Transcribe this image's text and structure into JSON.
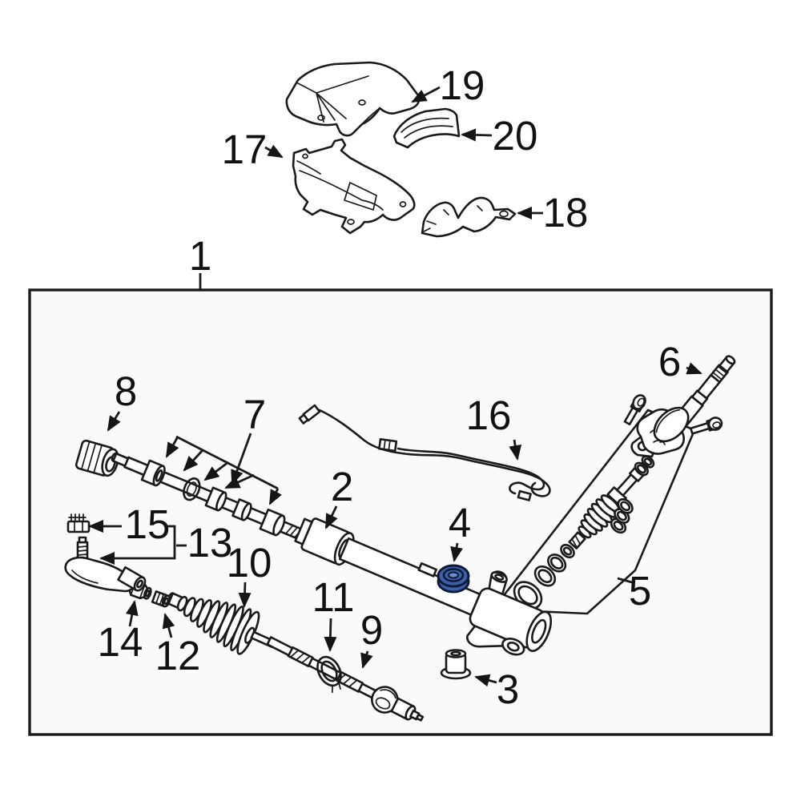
{
  "diagram": {
    "type": "exploded-parts-diagram",
    "highlighted_callout": "4",
    "colors": {
      "line": "#1a1a1a",
      "background": "#ffffff",
      "panel": "#fafafa",
      "highlight_fill": "#3d5fa8",
      "highlight_stroke": "#0c1a38",
      "highlight_mid": "#6e8cc9"
    },
    "callouts": [
      {
        "label": "1"
      },
      {
        "label": "2"
      },
      {
        "label": "3"
      },
      {
        "label": "4"
      },
      {
        "label": "5"
      },
      {
        "label": "6"
      },
      {
        "label": "7"
      },
      {
        "label": "8"
      },
      {
        "label": "9"
      },
      {
        "label": "10"
      },
      {
        "label": "11"
      },
      {
        "label": "12"
      },
      {
        "label": "13"
      },
      {
        "label": "14"
      },
      {
        "label": "15"
      },
      {
        "label": "16"
      },
      {
        "label": "17"
      },
      {
        "label": "18"
      },
      {
        "label": "19"
      },
      {
        "label": "20"
      }
    ]
  }
}
